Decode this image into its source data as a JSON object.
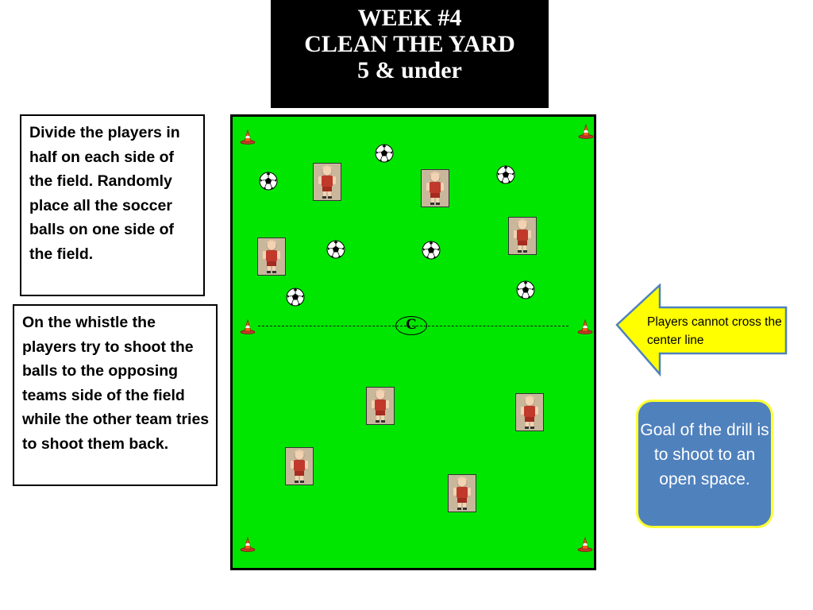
{
  "title": {
    "line1": "WEEK #4",
    "line2": "CLEAN THE YARD",
    "line3": "5 & under"
  },
  "instructions": {
    "setup": "Divide the players in half on each side of the field. Randomly place all the soccer balls on one side of the field.",
    "play": "On the whistle the players try to shoot the balls to the opposing teams side of the field while the other team tries to shoot them back."
  },
  "field": {
    "coach_marker": "C",
    "color": "#00e600",
    "icons": [
      "cone-icon",
      "soccer-ball-icon",
      "player-icon"
    ]
  },
  "callout": {
    "text": "Players cannot cross the center line",
    "fill": "#ffff00",
    "border": "#4f81bd"
  },
  "goal": {
    "text": "Goal of the drill is to shoot to an open space.",
    "fill": "#4f81bd",
    "border": "#ffff33"
  }
}
